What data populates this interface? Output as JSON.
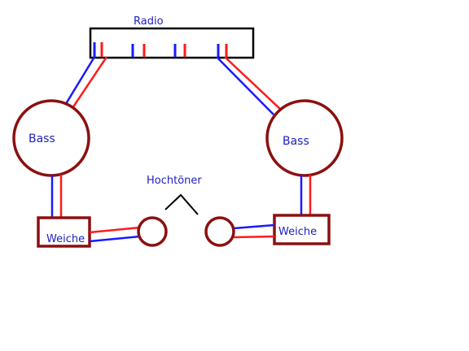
{
  "labels": {
    "radio": "Radio",
    "bass_left": "Bass",
    "bass_right": "Bass",
    "weiche_left": "Weiche",
    "weiche_right": "Weiche",
    "hochtoener": "Hochtöner"
  },
  "colors": {
    "outline_dark": "#000000",
    "speaker_outline": "#8b1010",
    "wire_red": "#ff1a1a",
    "wire_blue": "#1a1aff",
    "label_blue": "#2020c0"
  }
}
